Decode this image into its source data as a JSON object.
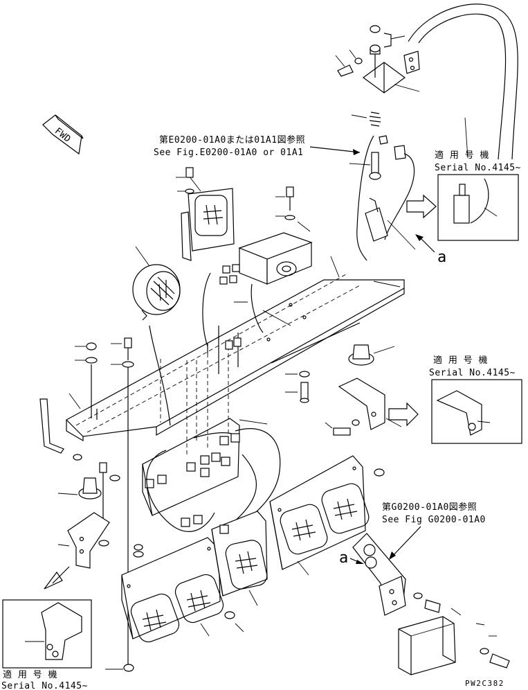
{
  "diagram": {
    "fwd_label": "FWD",
    "ref_top_jp": "第E0200-01A0または01A1図参照",
    "ref_top_en": "See Fig.E0200-01A0 or 01A1",
    "ref_right_jp": "第G0200-01A0図参照",
    "ref_right_en": "See Fig G0200-01A0",
    "inset_top_right": {
      "jp": "適 用 号 機",
      "en": "Serial No.4145~"
    },
    "inset_mid_right": {
      "jp": "適 用 号 機",
      "en": "Serial No.4145~"
    },
    "inset_bottom_left": {
      "jp": "適 用 号 機",
      "en": "Serial No.4145~"
    },
    "callout_a1": "a",
    "callout_a2": "a",
    "drawing_code": "PW2C382"
  }
}
